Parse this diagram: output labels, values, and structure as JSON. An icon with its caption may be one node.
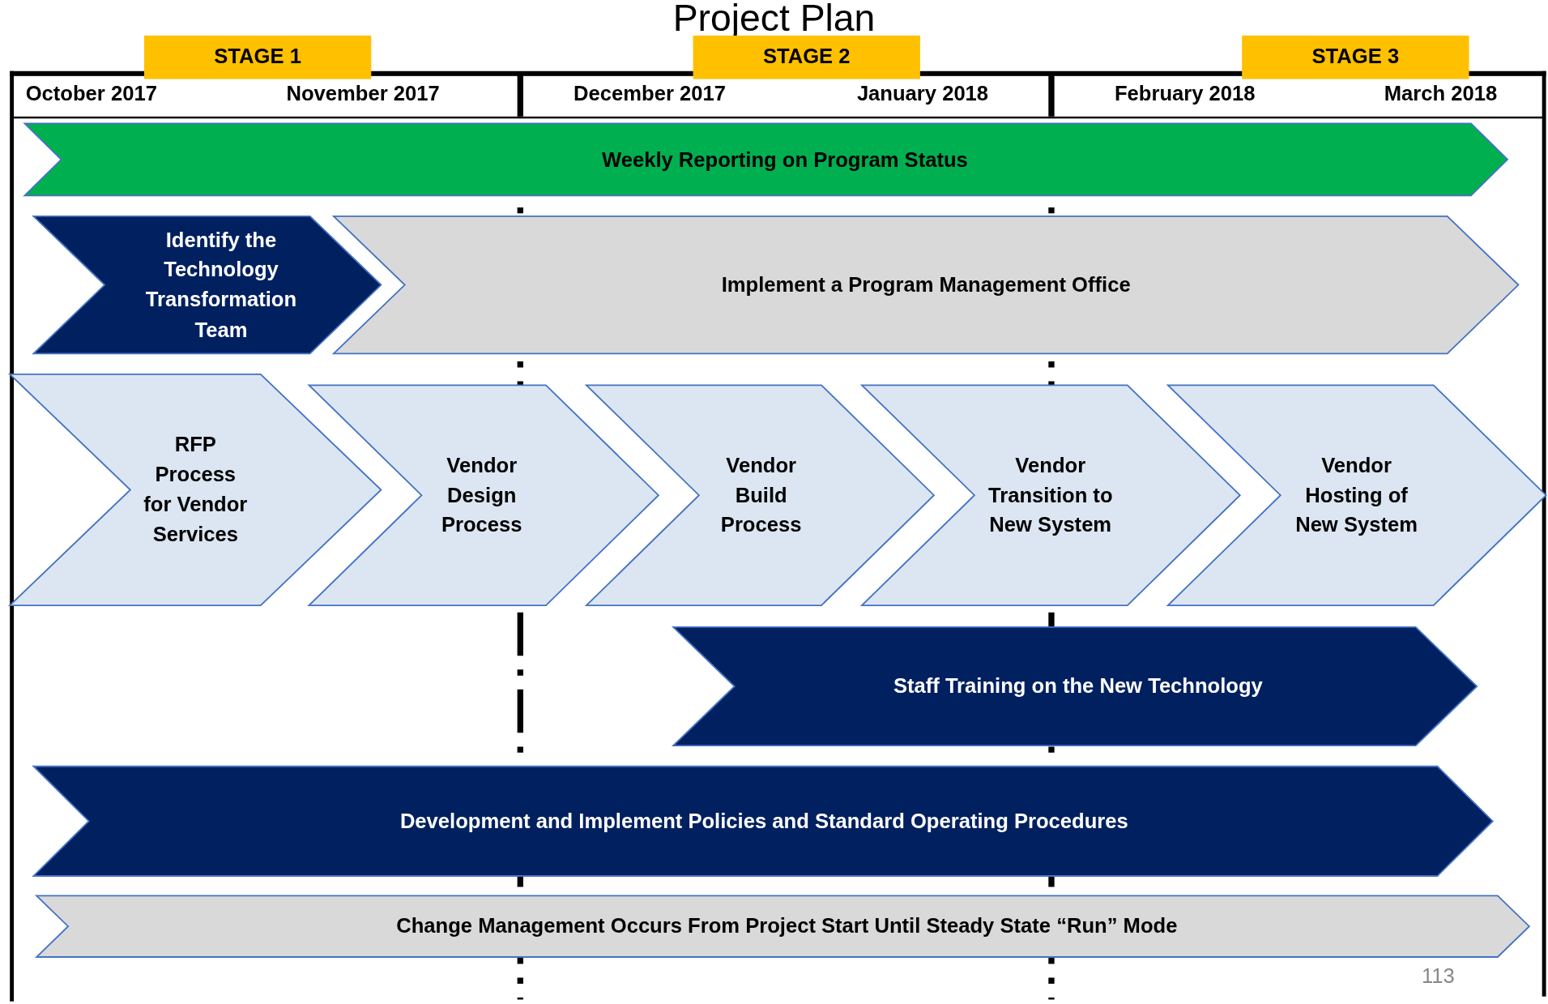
{
  "diagram": {
    "title": "Project Plan",
    "nodes": [
      {
        "text": [
          "STAGE 1"
        ]
      },
      {
        "text": [
          "STAGE 2"
        ]
      },
      {
        "text": [
          "STAGE 3"
        ]
      },
      {
        "text": [
          "Weekly Reporting on Program Status"
        ]
      },
      {
        "text": [
          "Identify the Technology Transformation Team"
        ]
      },
      {
        "text": [
          "Implement a Program Management Office"
        ]
      },
      {
        "text": [
          "RFP Process for Vendor Services"
        ]
      },
      {
        "text": [
          "Vendor Design Process"
        ]
      },
      {
        "text": [
          "Vendor Build Process"
        ]
      },
      {
        "text": [
          "Vendor Transition to New System"
        ]
      },
      {
        "text": [
          "Vendor Hosting of New System"
        ]
      },
      {
        "text": [
          "Staff Training on the New Technology"
        ]
      },
      {
        "text": [
          "Development and Implement Policies and Standard Operating Procedures"
        ]
      },
      {
        "text": [
          "Change Management Occurs From Project Start Until Steady State “Run” Mode"
        ]
      }
    ],
    "labels": [
      "October 2017",
      "November 2017",
      "December 2017",
      "January 2018",
      "February 2018",
      "March 2018",
      "113"
    ]
  }
}
